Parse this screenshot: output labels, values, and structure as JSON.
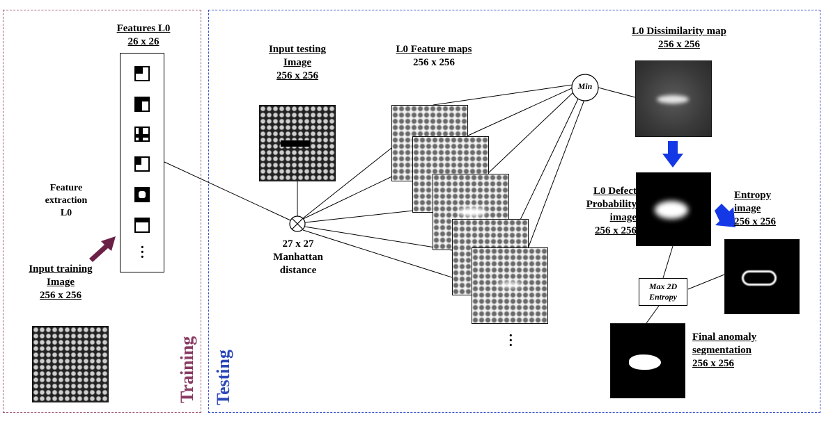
{
  "training": {
    "panel_label": "Training",
    "features_title": "Features L0",
    "features_size": "26 x 26",
    "feature_extraction": "Feature extraction L0",
    "input_title_1": "Input training",
    "input_title_2": "Image",
    "input_size": "256 x 256",
    "arrow_color": "#6b2147",
    "border_color": "#a25b7a"
  },
  "testing": {
    "panel_label": "Testing",
    "border_color": "#3b4fc7",
    "input_title_1": "Input testing",
    "input_title_2": "Image",
    "input_size": "256 x 256",
    "feature_maps_title": "L0 Feature maps",
    "feature_maps_size": "256 x 256",
    "manhattan_size": "27 x 27",
    "manhattan_label_1": "Manhattan",
    "manhattan_label_2": "distance",
    "min_node": "Min",
    "dissim_title": "L0 Dissimilarity map",
    "dissim_size": "256 x 256",
    "defect_title_1": "L0 Defect",
    "defect_title_2": "Probability",
    "defect_title_3": "image",
    "defect_size": "256 x 256",
    "entropy_title_1": "Entropy",
    "entropy_title_2": "image",
    "entropy_size": "256 x 256",
    "max_entropy_1": "Max 2D",
    "max_entropy_2": "Entropy",
    "final_title_1": "Final anomaly",
    "final_title_2": "segmentation",
    "final_size": "256 x 256",
    "arrow_color": "#1538e6"
  }
}
